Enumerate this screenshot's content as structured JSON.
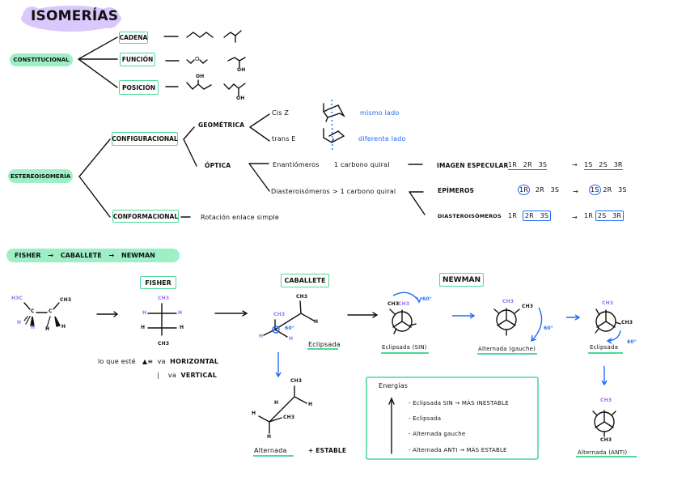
{
  "title": "ISOMERÍAS",
  "colors": {
    "accent_green": "#4fd99a",
    "pill_green": "#9eeec6",
    "title_purple": "#d9c8fb",
    "blue": "#1e6bf5",
    "purple": "#9b6ef3"
  },
  "constitucional": {
    "label": "CONSTITUCIONAL",
    "items": [
      {
        "label": "CADENA"
      },
      {
        "label": "FUNCIÓN",
        "atom": "O",
        "oh": "OH"
      },
      {
        "label": "POSICIÓN",
        "oh1": "OH",
        "oh2": "OH"
      }
    ]
  },
  "estereoisomeria": {
    "label": "ESTEREOISOMERÍA",
    "configuracional": "CONFIGURACIONAL",
    "conformacional": "CONFORMACIONAL",
    "conformacional_desc": "Rotación enlace simple",
    "geometrica": "GEOMÉTRICA",
    "cis": "Cis   Z",
    "trans": "trans   E",
    "cis_note": "mismo lado",
    "trans_note": "diferente lado",
    "optica": "ÓPTICA",
    "enantiomeros": "Enantiómeros",
    "enant_cond": "1 carbono quiral",
    "enant_desc": "IMAGEN ESPECULAR",
    "enant_from": "1R 2R 3S",
    "enant_to": "1S 2S 3R",
    "diastereo": "Diasteroisómeros",
    "diastereo_cond": "> 1 carbono quiral",
    "epimeros": "EPÍMEROS",
    "epi_from": [
      "1R",
      "2R 3S"
    ],
    "epi_to": [
      "1S",
      "2R 3S"
    ],
    "diastereo2": "DIASTEROISÓMEROS",
    "dia_from": [
      "1R",
      "2R 3S"
    ],
    "dia_to": [
      "1R",
      "2S 3R"
    ],
    "arrow": "→"
  },
  "projections": {
    "banner": "FISHER → CABALLETE → NEWMAN",
    "fisher_title": "FISHER",
    "caballete_title": "CABALLETE",
    "newman_title": "NEWMAN",
    "molecule": {
      "h3c": "H3C",
      "c": "C",
      "ch3": "CH3",
      "h": "H"
    },
    "fisher": {
      "top": "CH3",
      "bottom": "CH3",
      "h": "H"
    },
    "rule_line1": [
      "lo que esté",
      "▲≡",
      "va",
      "HORIZONTAL"
    ],
    "rule_line2": [
      "|",
      "va",
      "VERTICAL"
    ],
    "caballete": {
      "ch3": "CH3",
      "h": "H",
      "angle": "60°",
      "label": "Eclipsada"
    },
    "alternada": {
      "ch3": "CH3",
      "h": "H",
      "label": "Alternada",
      "note": "+ ESTABLE"
    },
    "newman": [
      {
        "label": "Eclipsada (SIN)",
        "angle": "60°"
      },
      {
        "label": "Alternada (gauche)",
        "angle": "60°"
      },
      {
        "label": "Eclipsada",
        "angle": "60°"
      },
      {
        "label": "Alternada (ANTI)"
      }
    ],
    "energy": {
      "title": "Energías",
      "items": [
        "- Eclipsada SIN → MÁS INESTABLE",
        "- Eclipsada",
        "- Alternada gauche",
        "- Alternada ANTI → MÁS ESTABLE"
      ]
    }
  }
}
